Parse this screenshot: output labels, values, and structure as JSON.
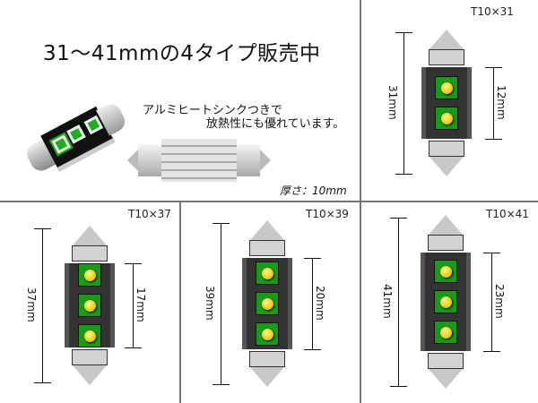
{
  "headline": "31〜41mmの4タイプ販売中",
  "feature_line1": "アルミヒートシンクつきで",
  "feature_line2": "放熱性にも優れています。",
  "thickness": "厚さ：10mm",
  "variants": [
    {
      "model": "T10×31",
      "length": "31mm",
      "led_span": "12mm",
      "led_count": 2
    },
    {
      "model": "T10×37",
      "length": "37mm",
      "led_span": "17mm",
      "led_count": 3
    },
    {
      "model": "T10×39",
      "length": "39mm",
      "led_span": "20mm",
      "led_count": 3
    },
    {
      "model": "T10×41",
      "length": "41mm",
      "led_span": "23mm",
      "led_count": 3
    }
  ]
}
